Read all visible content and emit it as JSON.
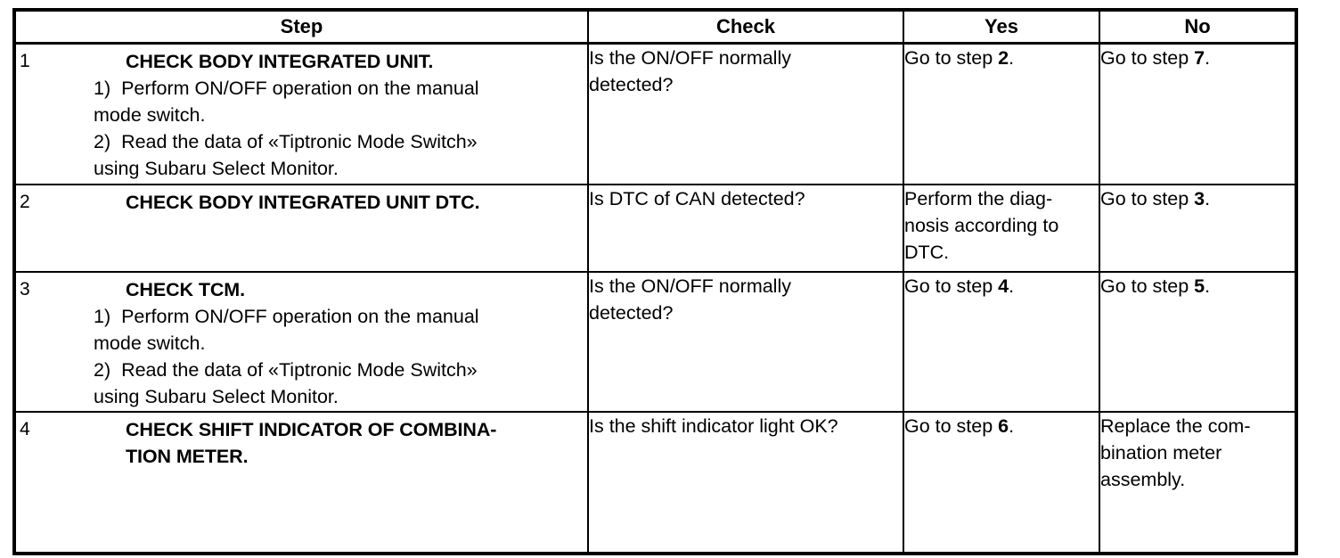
{
  "table": {
    "columns": [
      {
        "key": "step",
        "label": "Step"
      },
      {
        "key": "check",
        "label": "Check"
      },
      {
        "key": "yes",
        "label": "Yes"
      },
      {
        "key": "no",
        "label": "No"
      }
    ],
    "rows": [
      {
        "num": "1",
        "title": "CHECK BODY INTEGRATED UNIT.",
        "lines": [
          "1)  Perform ON/OFF operation on the manual",
          "mode switch.",
          "2)  Read the data of «Tiptronic Mode Switch»",
          "using Subaru Select Monitor."
        ],
        "check": [
          "Is the ON/OFF normally",
          "detected?"
        ],
        "yes": {
          "pre": "Go to step ",
          "em": "2",
          "post": "."
        },
        "no": {
          "pre": "Go to step ",
          "em": "7",
          "post": "."
        }
      },
      {
        "num": "2",
        "title": "CHECK BODY INTEGRATED UNIT DTC.",
        "lines": [],
        "check": [
          "Is DTC of CAN detected?"
        ],
        "yes": {
          "pre": "Perform the diag-\nnosis according to\nDTC.",
          "em": "",
          "post": ""
        },
        "no": {
          "pre": "Go to step ",
          "em": "3",
          "post": "."
        }
      },
      {
        "num": "3",
        "title": "CHECK TCM.",
        "lines": [
          "1)  Perform ON/OFF operation on the manual",
          "mode switch.",
          "2)  Read the data of «Tiptronic Mode Switch»",
          "using Subaru Select Monitor."
        ],
        "check": [
          "Is the ON/OFF normally",
          "detected?"
        ],
        "yes": {
          "pre": "Go to step ",
          "em": "4",
          "post": "."
        },
        "no": {
          "pre": "Go to step ",
          "em": "5",
          "post": "."
        }
      },
      {
        "num": "4",
        "title": "CHECK SHIFT INDICATOR OF COMBINA-\nTION METER.",
        "lines": [],
        "check": [
          "Is the shift indicator light OK?"
        ],
        "yes": {
          "pre": "Go to step ",
          "em": "6",
          "post": "."
        },
        "no": {
          "pre": "Replace the com-\nbination meter\nassembly.",
          "em": "",
          "post": ""
        }
      }
    ]
  },
  "colors": {
    "border": "#000000",
    "text": "#000000",
    "background": "#ffffff"
  }
}
